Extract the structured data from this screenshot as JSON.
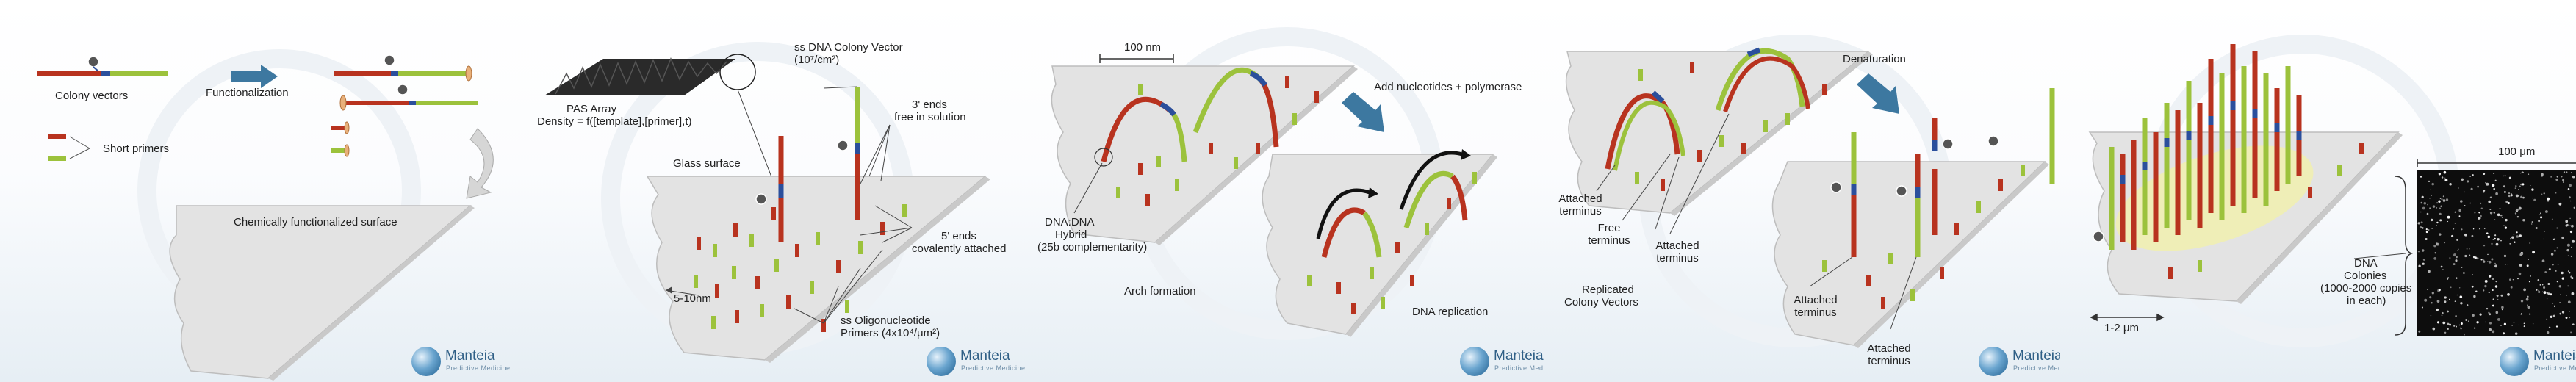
{
  "colors": {
    "template_red": "#b8331f",
    "primer_green": "#9cc23c",
    "linker_blue": "#2b4f9c",
    "arrow_blue": "#3d78a0",
    "surface_gray": "#e3e3e3"
  },
  "panel1": {
    "colony_vectors": "Colony vectors",
    "functionalization": "Functionalization",
    "short_primers": "Short primers",
    "surface": "Chemically functionalized surface"
  },
  "panel2": {
    "pas_array": "PAS Array",
    "density": "Density = f([template],[primer],t)",
    "vector_line1": "ss DNA Colony Vector",
    "vector_line2": "(10⁷/cm²)",
    "three_prime_line1": "3' ends",
    "three_prime_line2": "free in solution",
    "glass_surface": "Glass surface",
    "five_prime_line1": "5' ends",
    "five_prime_line2": "covalently attached",
    "spacing": "5-10nm",
    "oligo_line1": "ss Oligonucleotide",
    "oligo_line2": "Primers (4x10⁴/μm²)"
  },
  "panel3": {
    "scale": "100 nm",
    "add_nucleotides": "Add nucleotides + polymerase",
    "hybrid_line1": "DNA:DNA",
    "hybrid_line2": "Hybrid",
    "hybrid_line3": "(25b complementarity)",
    "arch_formation": "Arch formation",
    "dna_replication": "DNA replication"
  },
  "panel4": {
    "denaturation": "Denaturation",
    "attached_terminus_1": "Attached terminus",
    "free_terminus": "Free terminus",
    "attached_terminus_2": "Attached terminus",
    "replicated_line1": "Replicated",
    "replicated_line2": "Colony Vectors",
    "attached_terminus_3": "Attached terminus",
    "attached_terminus_4": "Attached terminus"
  },
  "panel5": {
    "scale_micro": "100 μm",
    "colonies_line1": "DNA",
    "colonies_line2": "Colonies",
    "colonies_line3": "(1000-2000 copies",
    "colonies_line4": "in each)",
    "scale_colony": "1-2 μm"
  },
  "logo": {
    "name": "Manteia",
    "tagline": "Predictive Medicine"
  }
}
